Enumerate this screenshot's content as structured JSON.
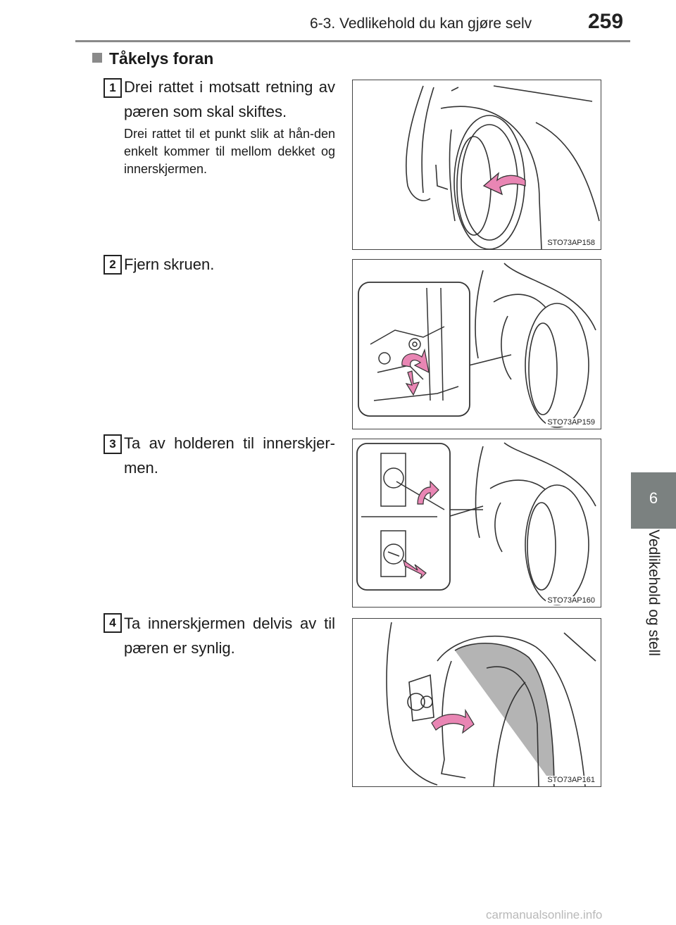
{
  "header": {
    "title": "6-3. Vedlikehold du kan gjøre selv",
    "page_number": "259"
  },
  "side_tab": {
    "number": "6",
    "label": "Vedlikehold og stell"
  },
  "section": {
    "heading": "Tåkelys foran"
  },
  "steps": [
    {
      "number": "1",
      "text": "Drei rattet i motsatt retning av pæren som skal skiftes.",
      "subtext": "Drei rattet til et punkt slik at hån-den enkelt kommer til mellom dekket og innerskjermen.",
      "figure_code": "STO73AP158"
    },
    {
      "number": "2",
      "text": "Fjern skruen.",
      "figure_code": "STO73AP159"
    },
    {
      "number": "3",
      "text": "Ta av holderen til innerskjer-men.",
      "figure_code": "STO73AP160"
    },
    {
      "number": "4",
      "text": "Ta innerskjermen delvis av til pæren er synlig.",
      "figure_code": "STO73AP161"
    }
  ],
  "watermark": "carmanualsonline.info",
  "colors": {
    "arrow": "#e986b4",
    "tab": "#7b8180",
    "rule": "#8a8a8a"
  }
}
